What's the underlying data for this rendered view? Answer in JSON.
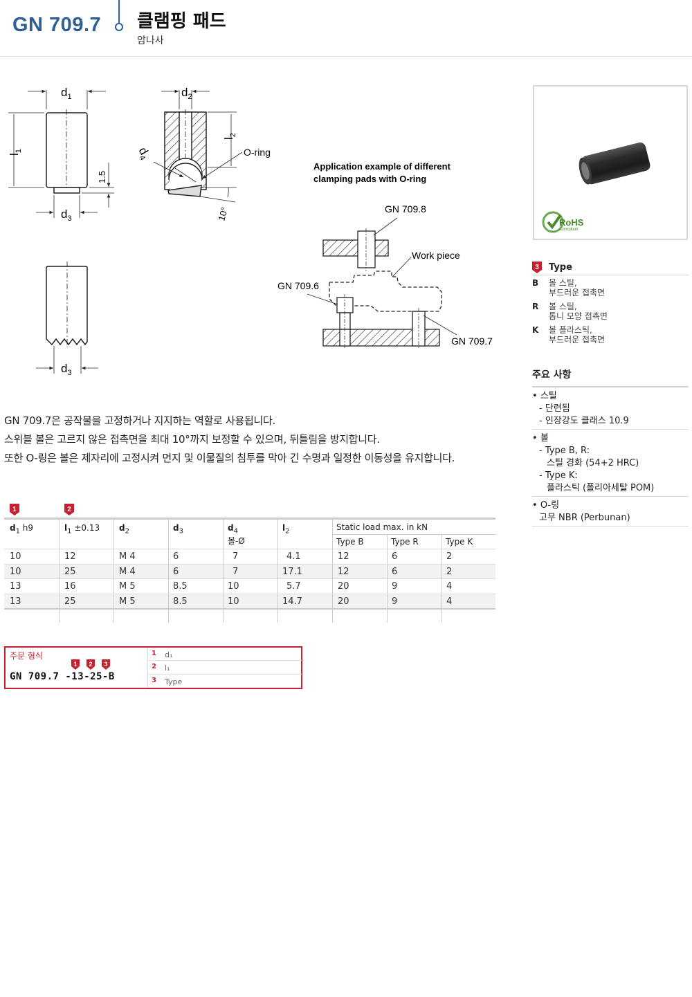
{
  "header": {
    "code": "GN 709.7",
    "title": "클램핑 패드",
    "subtitle": "암나사"
  },
  "drawing": {
    "dim_d1": "d",
    "dim_d1_sub": "1",
    "dim_d2": "d",
    "dim_d2_sub": "2",
    "dim_d3": "d",
    "dim_d3_sub": "3",
    "dim_d4": "d",
    "dim_d4_sub": "4",
    "dim_l1": "l",
    "dim_l1_sub": "1",
    "dim_l2": "l",
    "dim_l2_sub": "2",
    "dim_15": "1.5",
    "oring": "O-ring",
    "angle": "10°",
    "app_title_1": "Application example of different",
    "app_title_2": "clamping pads with O-ring",
    "gn7098": "GN 709.8",
    "work_piece": "Work piece",
    "gn7096": "GN 709.6",
    "gn7097": "GN 709.7"
  },
  "type_section": {
    "badge": "3",
    "title": "Type",
    "rows": [
      {
        "key": "B",
        "value": "볼 스틸,\n부드러운 접촉면"
      },
      {
        "key": "R",
        "value": "볼 스틸,\n톱니 모양 접촉면"
      },
      {
        "key": "K",
        "value": "볼 플라스틱,\n부드러운 접촉면"
      }
    ]
  },
  "notes": {
    "title": "주요 사항",
    "steel": "스틸",
    "steel_1": "단련됨",
    "steel_2": "인장강도 클래스 10.9",
    "ball": "볼",
    "ball_1": "Type B, R:",
    "ball_1b": "스틸 경화 (54+2 HRC)",
    "ball_2": "Type K:",
    "ball_2b": "플라스틱 (폴리아세탈 POM)",
    "oring": "O-링",
    "oring_1": "고무 NBR (Perbunan)"
  },
  "description": {
    "line1": "GN 709.7은 공작물을 고정하거나 지지하는 역할로 사용됩니다.",
    "line2": "스위블 볼은 고르지 않은 접촉면을 최대 10°까지 보정할 수 있으며, 뒤틀림을 방지합니다.",
    "line3": "또한 O-링은 볼은 제자리에 고정시켜 먼지 및 이물질의 침투를 막아 긴 수명과 일정한 이동성을 유지합니다."
  },
  "table": {
    "badge1": "1",
    "badge2": "2",
    "h_d1": "d",
    "h_d1_sub": "1",
    "h_d1_tol": "h9",
    "h_l1": "l",
    "h_l1_sub": "1",
    "h_l1_tol": "±0.13",
    "h_d2": "d",
    "h_d2_sub": "2",
    "h_d3": "d",
    "h_d3_sub": "3",
    "h_d4": "d",
    "h_d4_sub": "4",
    "h_d4_note": "볼-Ø",
    "h_l2": "l",
    "h_l2_sub": "2",
    "h_static": "Static load max. in kN",
    "h_typeB": "Type B",
    "h_typeR": "Type R",
    "h_typeK": "Type K",
    "rows": [
      {
        "d1": "10",
        "l1": "12",
        "d2": "M 4",
        "d3": "6",
        "d4": "7",
        "l2": "4.1",
        "b": "12",
        "r": "6",
        "k": "2"
      },
      {
        "d1": "10",
        "l1": "25",
        "d2": "M 4",
        "d3": "6",
        "d4": "7",
        "l2": "17.1",
        "b": "12",
        "r": "6",
        "k": "2"
      },
      {
        "d1": "13",
        "l1": "16",
        "d2": "M 5",
        "d3": "8.5",
        "d4": "10",
        "l2": "5.7",
        "b": "20",
        "r": "9",
        "k": "4"
      },
      {
        "d1": "13",
        "l1": "25",
        "d2": "M 5",
        "d3": "8.5",
        "d4": "10",
        "l2": "14.7",
        "b": "20",
        "r": "9",
        "k": "4"
      }
    ]
  },
  "order": {
    "label": "주문 형식",
    "code": "GN  709.7 -13-25-B",
    "b1": "1",
    "b2": "2",
    "b3": "3",
    "items": [
      {
        "n": "1",
        "t": "d₁"
      },
      {
        "n": "2",
        "t": "l₁"
      },
      {
        "n": "3",
        "t": "Type"
      }
    ]
  },
  "photo": {
    "rohs": "RoHS",
    "compliant": "compliant"
  }
}
